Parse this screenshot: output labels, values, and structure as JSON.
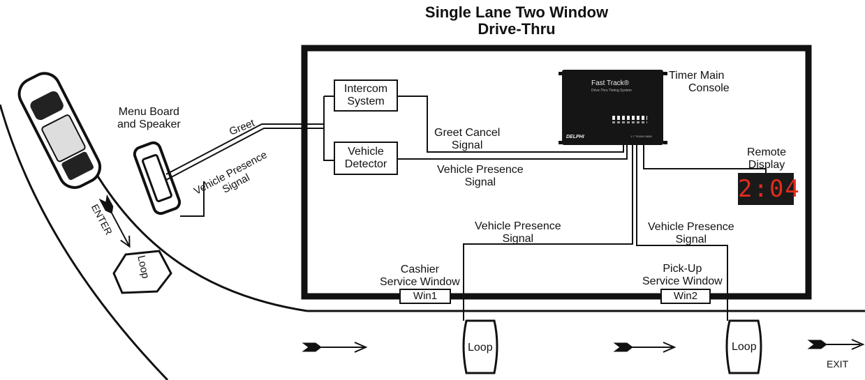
{
  "title": {
    "line1": "Single Lane Two Window",
    "line2": "Drive-Thru"
  },
  "labels": {
    "menu_board": "Menu Board",
    "menu_board2": "and Speaker",
    "greet": "Greet",
    "vehicle_presence_signal_left1": "Vehicle Presence",
    "vehicle_presence_signal_left2": "Signal",
    "enter": "ENTER",
    "loop_enter": "Loop",
    "intercom1": "Intercom",
    "intercom2": "System",
    "detector1": "Vehicle",
    "detector2": "Detector",
    "greet_cancel1": "Greet Cancel",
    "greet_cancel2": "Signal",
    "vps_mid1": "Vehicle Presence",
    "vps_mid2": "Signal",
    "timer1": "Timer Main",
    "timer2": "Console",
    "remote1": "Remote",
    "remote2": "Display",
    "remote_value": "2:04",
    "vps_win1_1": "Vehicle Presence",
    "vps_win1_2": "Signal",
    "vps_win2_1": "Vehicle Presence",
    "vps_win2_2": "Signal",
    "cashier1": "Cashier",
    "cashier2": "Service Window",
    "win1": "Win1",
    "pickup1": "Pick-Up",
    "pickup2": "Service Window",
    "win2": "Win2",
    "loop1": "Loop",
    "loop2": "Loop",
    "exit": "EXIT"
  },
  "console": {
    "brand": "Fast Track®",
    "subtitle": "Drive-Thru Timing System",
    "maker": "DELPHI",
    "fine_print": "1-7 TIMING 8880"
  }
}
